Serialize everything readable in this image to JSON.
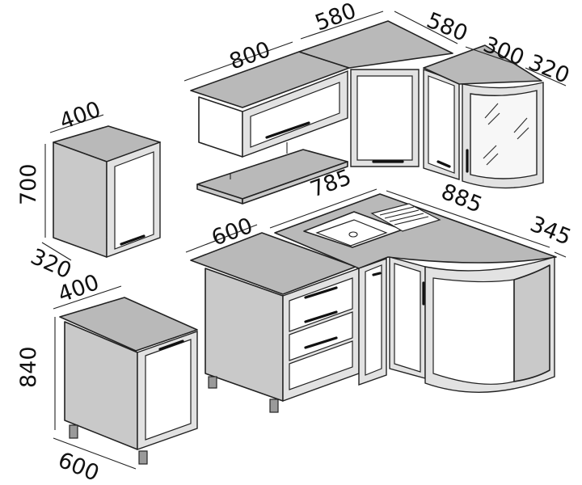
{
  "dimensions": {
    "wall_unit_width": "800",
    "corner_wall_side_a": "580",
    "corner_wall_side_b": "580",
    "end_wall_unit_width": "300",
    "end_wall_unit_depth": "320",
    "tall_unit_width": "400",
    "tall_unit_height": "700",
    "tall_unit_depth": "320",
    "base_drawer_unit_width": "600",
    "corner_sink_side_a": "785",
    "corner_sink_side_b": "885",
    "end_base_unit_depth": "345",
    "floor_unit_width": "400",
    "floor_unit_height": "840",
    "floor_unit_depth": "600"
  }
}
